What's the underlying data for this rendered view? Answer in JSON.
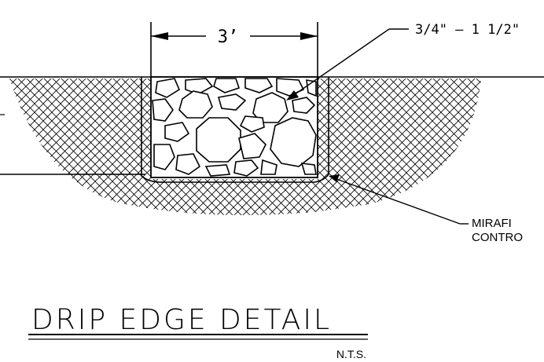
{
  "dimension": {
    "width_label": "3’"
  },
  "callouts": {
    "stone_size": "3/4\"  –  1 1/2\"",
    "fabric_line1": "MIRAFI",
    "fabric_line2": "CONTRO"
  },
  "title": {
    "main": "DRIP  EDGE  DETAIL",
    "scale": "N.T.S."
  },
  "colors": {
    "ink": "#000000",
    "paper": "#ffffff"
  }
}
